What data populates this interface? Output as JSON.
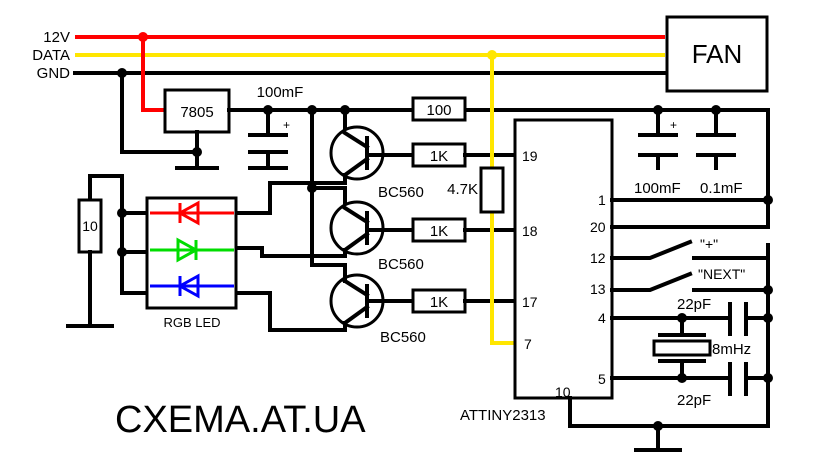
{
  "rails": {
    "v12": "12V",
    "data": "DATA",
    "gnd": "GND"
  },
  "fan": "FAN",
  "regulator": "7805",
  "cap_main": "100mF",
  "cap_right1": "100mF",
  "cap_right2": "0.1mF",
  "resistor_100": "100",
  "resistor_1k_1": "1K",
  "resistor_1k_2": "1K",
  "resistor_1k_3": "1K",
  "resistor_pullup": "4.7K",
  "resistor_10": "10",
  "transistors": [
    "BC560",
    "BC560",
    "BC560"
  ],
  "plus_sign": "+",
  "led_label": "RGB LED",
  "mcu": {
    "name": "ATTINY2313",
    "pins": {
      "p19": "19",
      "p18": "18",
      "p17": "17",
      "p7": "7",
      "p1": "1",
      "p20": "20",
      "p12": "12",
      "p13": "13",
      "p4": "4",
      "p5": "5",
      "p10": "10"
    }
  },
  "buttons": {
    "plus": "\"+\"",
    "next": "\"NEXT\""
  },
  "crystal": "8mHz",
  "cap_22pf_top": "22pF",
  "cap_22pf_bottom": "22pF",
  "watermark": "CXEMA.AT.UA",
  "colors": {
    "v12": "#ff0000",
    "data": "#ffe600",
    "led_red": "#ff0000",
    "led_green": "#00dd00",
    "led_blue": "#0000ff"
  }
}
